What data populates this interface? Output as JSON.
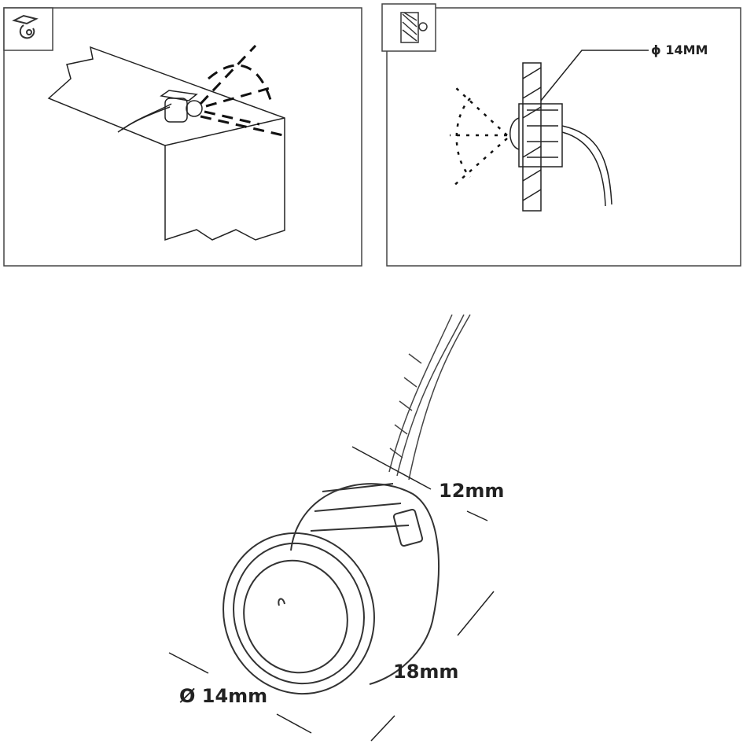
{
  "panel_left": {
    "icon": "bracket-mount-icon",
    "scene": "surface-mount-under-cabinet"
  },
  "panel_right": {
    "icon": "recessed-mount-icon",
    "scene": "recessed-mount-cross-section",
    "hole_label": "ϕ 14MM"
  },
  "sensor": {
    "icon": "round-recessed-sensor-icon",
    "depth_label": "12mm",
    "length_label": "18mm",
    "diameter_label": "Ø 14mm"
  }
}
